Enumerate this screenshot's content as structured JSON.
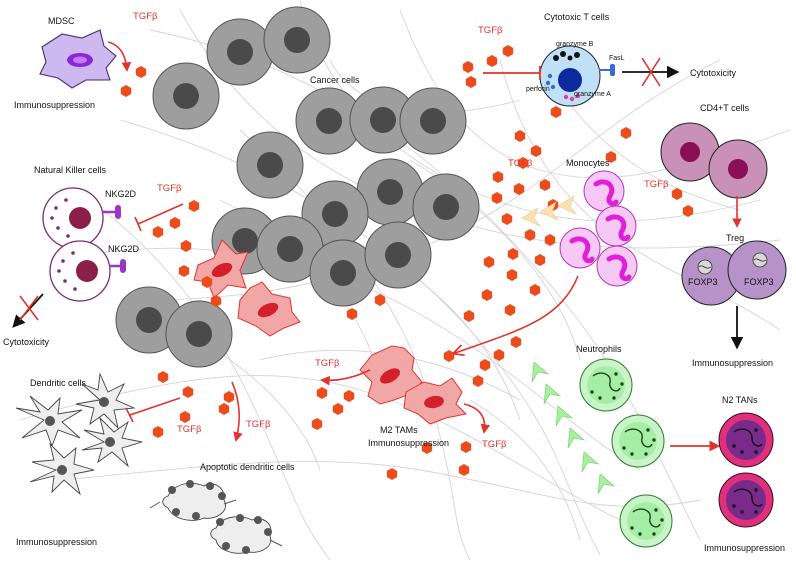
{
  "labels": {
    "mdsc": "MDSC",
    "immunosuppression_mdsc": "Immunosuppression",
    "cancer_cells": "Cancer cells",
    "cytotoxic_t_cells": "Cytotoxic T cells",
    "granzyme_b": "granzyme B",
    "fasl": "FasL",
    "perforin": "perforin",
    "granzyme_a": "granzyme A",
    "cytotoxicity_t": "Cytotoxicity",
    "cd4_t_cells": "CD4+T cells",
    "treg": "Treg",
    "foxp3_left": "FOXP3",
    "foxp3_right": "FOXP3",
    "immunosuppression_treg": "Immunosuppression",
    "natural_killer_cells": "Natural Killer cells",
    "nkg2d_top": "NKG2D",
    "nkg2d_bottom": "NKG2D",
    "cytotoxicity_nk": "Cytotoxicity",
    "monocytes": "Monocytes",
    "neutrophils": "Neutrophils",
    "n2_tans": "N2 TANs",
    "immunosuppression_n2": "Immunosuppression",
    "m2_tams": "M2 TAMs",
    "immunosuppression_m2": "Immunosuppression",
    "dendritic_cells": "Dendritic cells",
    "apoptotic_dendritic_cells": "Apoptotic dendritic cells",
    "immunosuppression_dc": "Immunosuppression"
  },
  "tgfb": {
    "mdsc": "TGFβ",
    "t_cells": "TGFβ",
    "monocytes": "TGFβ",
    "cd4": "TGFβ",
    "nk": "TGFβ",
    "m2_left": "TGFβ",
    "m2_right": "TGFβ",
    "dc": "TGFβ",
    "apoptotic": "TGFβ"
  },
  "colors": {
    "tgfb": "#e0332c",
    "cancer_cell": "#9e9e9e",
    "cancer_nucleus": "#4a4a4a",
    "mdsc": "#cdb8ef",
    "t_cell": "#bfe0f7",
    "cd4": "#c990b8",
    "treg": "#b792c9",
    "nk": "#ffffff",
    "monocyte": "#f5c8f5",
    "neutrophil": "#c8f4c8",
    "n2_tan": "#e0307a",
    "m2_tam": "#f2a7a7",
    "dendritic": "#eeeeee"
  }
}
